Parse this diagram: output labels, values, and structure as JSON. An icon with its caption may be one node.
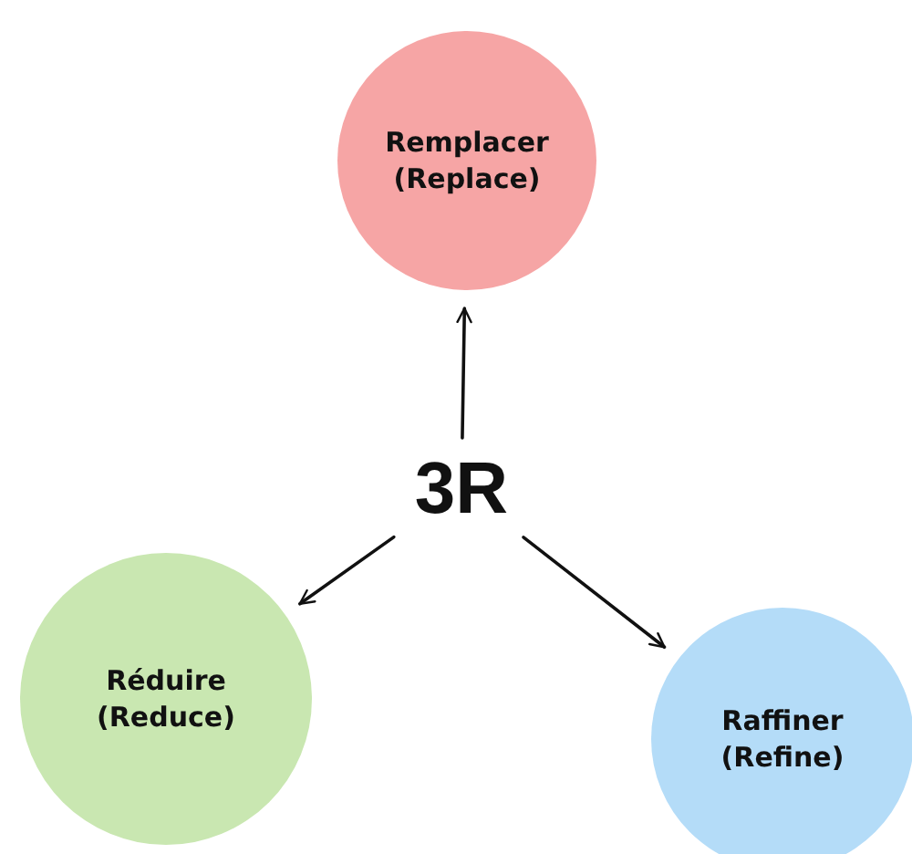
{
  "diagram": {
    "nodes": [
      {
        "text": [
          "3R"
        ]
      },
      {
        "text": [
          "Remplacer",
          "(Replace)"
        ]
      },
      {
        "text": [
          "Réduire",
          "(Reduce)"
        ]
      },
      {
        "text": [
          "Raffiner",
          "(Refine)"
        ]
      }
    ],
    "edges": [
      {
        "from": 0,
        "to": 1,
        "arrow": "to"
      },
      {
        "from": 0,
        "to": 2,
        "arrow": "to"
      },
      {
        "from": 0,
        "to": 3,
        "arrow": "to"
      }
    ]
  }
}
